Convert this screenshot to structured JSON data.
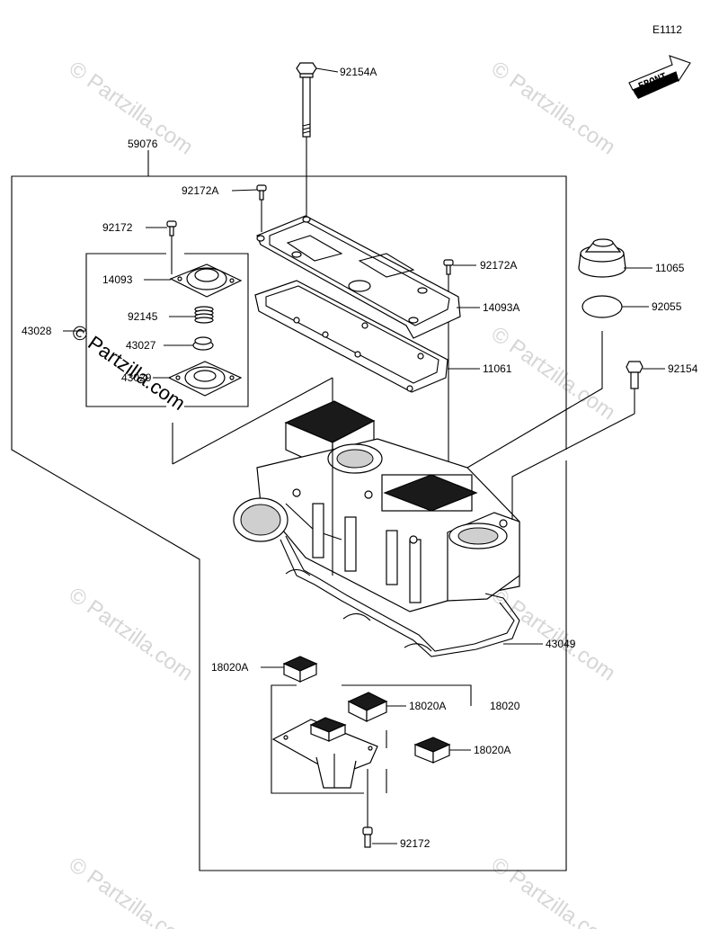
{
  "diagram_code": "E1112",
  "front_label": "FRONT",
  "watermark": "© Partzilla.com",
  "labels": {
    "p92154A": "92154A",
    "p59076": "59076",
    "p92172A_top": "92172A",
    "p92172_left": "92172",
    "p14093": "14093",
    "p43028": "43028",
    "p92145": "92145",
    "p43027": "43027",
    "p43029": "43029",
    "p92172A_mid": "92172A",
    "p14093A": "14093A",
    "p11061": "11061",
    "p11065": "11065",
    "p92055": "92055",
    "p92154": "92154",
    "p43049": "43049",
    "p18020A_1": "18020A",
    "p18020A_2": "18020A",
    "p18020": "18020",
    "p18020A_3": "18020A",
    "p92172_bottom": "92172"
  }
}
